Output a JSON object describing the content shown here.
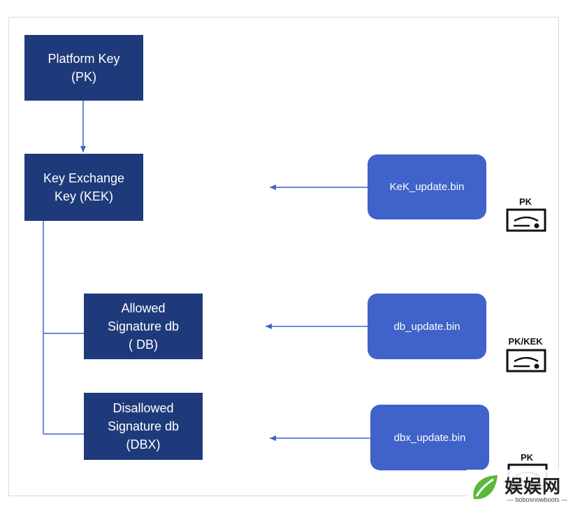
{
  "keys": {
    "pk": "Platform Key\n(PK)",
    "kek": "Key Exchange\nKey (KEK)",
    "db": "Allowed\nSignature db\n( DB)",
    "dbx": "Disallowed\nSignature db\n(DBX)"
  },
  "updates": {
    "kek": "KeK_update.bin",
    "db": "db_update.bin",
    "dbx": "dbx_update.bin"
  },
  "signers": {
    "kek": "PK",
    "db": "PK/KEK",
    "dbx": "PK"
  },
  "watermark": {
    "text": "娱娱网",
    "sub": "— bobosnowboots —"
  },
  "colors": {
    "key_box": "#1f3a7a",
    "file_box": "#3f63c8",
    "connector": "#3f63c8"
  }
}
